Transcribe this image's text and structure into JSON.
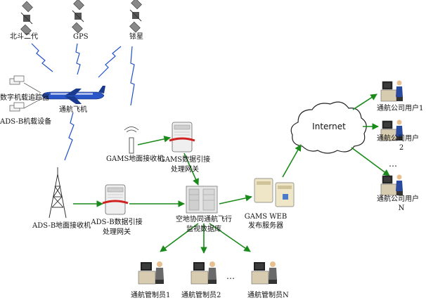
{
  "satellites": {
    "beidou": "北斗二代",
    "gps": "GPS",
    "iridium": "铱星"
  },
  "aircraft": {
    "label": "通航飞机",
    "tracker": "数字机载追踪器",
    "adsb_onboard": "ADS-B机载设备"
  },
  "ground": {
    "gams_receiver": "GAMS地面接收机",
    "gams_gateway_line1": "GAMS数据引接",
    "gams_gateway_line2": "处理网关",
    "adsb_receiver": "ADS-B地面接收机",
    "adsb_gateway_line1": "ADS-B数据引接",
    "adsb_gateway_line2": "处理网关",
    "database_line1": "空地协同通航飞行",
    "database_line2": "监视数据库",
    "web_server_line1": "GAMS WEB",
    "web_server_line2": "发布服务器"
  },
  "internet": "Internet",
  "users": {
    "user1": "通航公司用户1",
    "user2_line1": "通航公司用户",
    "user2_line2": "2",
    "ellipsis": "…",
    "userN_line1": "通航公司用户",
    "userN_line2": "N"
  },
  "controllers": {
    "c1": "通航管制员1",
    "c2": "通航管制员2",
    "ellipsis": "…",
    "cN": "通航管制员N"
  },
  "colors": {
    "arrow": "#1a8a1a",
    "link": "#2050c8",
    "server": "#e8e8e8",
    "strap": "#d02020"
  }
}
